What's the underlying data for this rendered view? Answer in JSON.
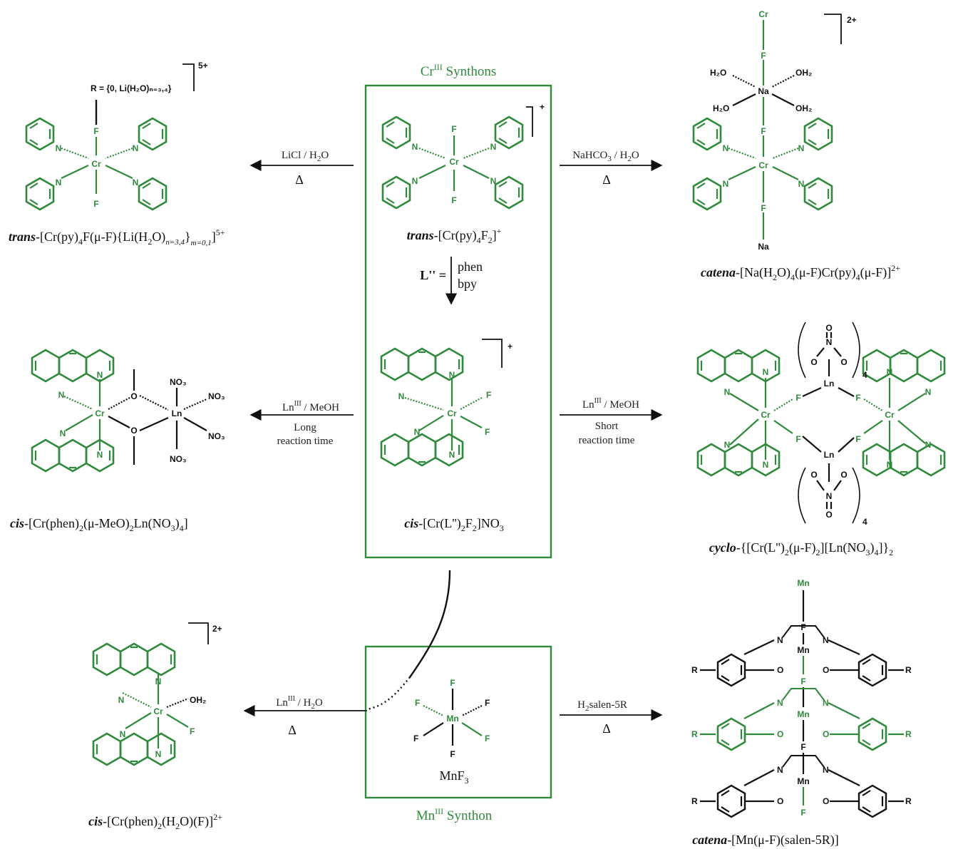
{
  "boxes": {
    "cr_title": {
      "prefix": "Cr",
      "sup": "III",
      "suffix": " Synthons"
    },
    "mn_title": {
      "prefix": "Mn",
      "sup": "III",
      "suffix": " Synthon"
    }
  },
  "labels": {
    "cr_py": {
      "italic": "trans",
      "rest": "-[Cr(py)",
      "s1": "4",
      "m": "F",
      "s2": "2",
      "end": "]",
      "sup": "+"
    },
    "cr_phen": {
      "italic": "cis",
      "rest": "-[Cr(L'')",
      "s1": "2",
      "m": "F",
      "s2": "2",
      "end": "]NO",
      "s3": "3"
    },
    "li": {
      "italic": "trans",
      "a": "-[Cr(py)",
      "s1": "4",
      "b": "F(μ-F){Li(H",
      "s2": "2",
      "c": "O)",
      "s3": "n=3,4",
      "d": "}",
      "s4": "m=0,1",
      "e": "]",
      "sup": "5+"
    },
    "na": {
      "italic": "catena",
      "a": "-[Na(H",
      "s1": "2",
      "b": "O)",
      "s2": "4",
      "c": "(μ-F)Cr(py)",
      "s3": "4",
      "d": "(μ-F)]",
      "sup": "2+"
    },
    "meo": {
      "italic": "cis",
      "a": "-[Cr(phen)",
      "s1": "2",
      "b": "(μ-MeO)",
      "s2": "2",
      "c": "Ln(NO",
      "s3": "3",
      "d": ")",
      "s4": "4",
      "e": "]"
    },
    "cyclo": {
      "italic": "cyclo",
      "a": "-{[Cr(L'')",
      "s1": "2",
      "b": "(μ-F)",
      "s2": "2",
      "c": "][Ln(NO",
      "s3": "3",
      "d": ")",
      "s4": "4",
      "e": "]}",
      "s5": "2"
    },
    "aqua": {
      "italic": "cis",
      "a": "-[Cr(phen)",
      "s1": "2",
      "b": "(H",
      "s2": "2",
      "c": "O)(F)]",
      "sup": "2+"
    },
    "mnf3": {
      "a": "MnF",
      "s1": "3"
    },
    "salen": {
      "italic": "catena",
      "a": "-[Mn(μ-F)(salen-5R)]"
    }
  },
  "conditions": {
    "licl": {
      "a": "LiCl / H",
      "s": "2",
      "b": "O",
      "heat": "Δ"
    },
    "nahco3": {
      "a": "NaHCO",
      "s1": "3",
      "b": " / H",
      "s2": "2",
      "c": "O",
      "heat": "Δ"
    },
    "lneoh_long": {
      "a": "Ln",
      "sup": "III",
      "b": " / MeOH",
      "l1": "Long",
      "l2": "reaction time"
    },
    "lneoh_short": {
      "a": "Ln",
      "sup": "III",
      "b": " / MeOH",
      "l1": "Short",
      "l2": "reaction time"
    },
    "lnh2o": {
      "a": "Ln",
      "sup": "III",
      "b": " / H",
      "s": "2",
      "c": "O",
      "heat": "Δ"
    },
    "h2salen": {
      "a": "H",
      "s": "2",
      "b": "salen-5R",
      "heat": "Δ"
    },
    "ligand": {
      "lhs": "L'' =",
      "opt1": "phen",
      "opt2": "bpy"
    }
  },
  "atoms": {
    "cr": "Cr",
    "f": "F",
    "n": "N",
    "na": "Na",
    "ln": "Ln",
    "mn": "Mn",
    "o": "O",
    "r": "R",
    "h2o": "H₂O",
    "oh2": "OH₂",
    "no3": "NO₃",
    "no3_sub": "NO₃",
    "r_def": "R = {0, Li(H₂O)ₙ₌₃,₄}",
    "charge_plus": "+",
    "charge_2": "2+",
    "charge_5": "5+",
    "four": "4"
  },
  "colors": {
    "accent": "#2f8a3b",
    "ink": "#111111"
  }
}
